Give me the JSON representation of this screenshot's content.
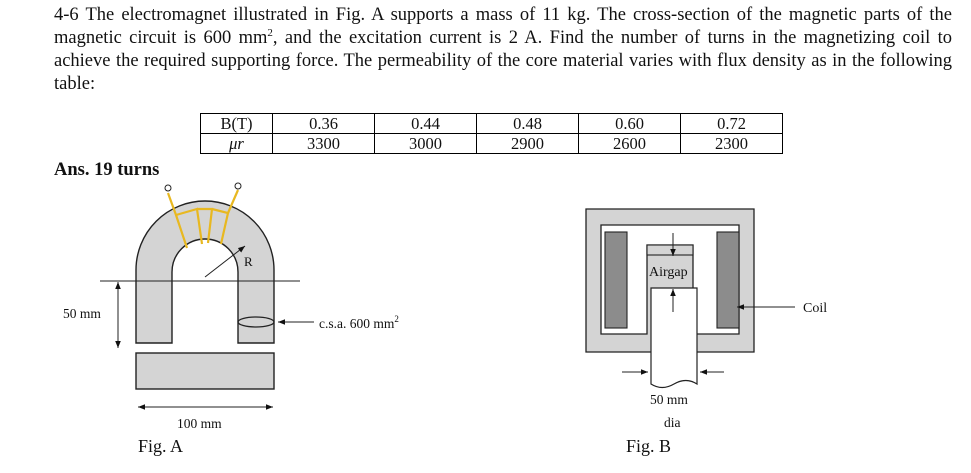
{
  "problem": {
    "number": "4-6",
    "text_1": "The electromagnet illustrated in Fig. A supports a mass of 11 kg. The cross-section of the magnetic parts of the magnetic circuit is 600 mm",
    "sup_1": "2",
    "text_2": ", and the excitation current is 2 A. Find the number of turns in the magnetizing coil to achieve the required supporting force. The permeability of the core material varies with flux density as in the following table:"
  },
  "table": {
    "row1_label": "B(T)",
    "row2_label": "μr",
    "B_values": [
      "0.36",
      "0.44",
      "0.48",
      "0.60",
      "0.72"
    ],
    "mu_values": [
      "3300",
      "3000",
      "2900",
      "2600",
      "2300"
    ]
  },
  "answer": "Ans. 19 turns",
  "fig_a": {
    "caption": "Fig. A",
    "label_R": "R",
    "label_height": "50 mm",
    "label_width": "100 mm",
    "label_csa": "c.s.a. 600 mm",
    "label_csa_sup": "2",
    "colors": {
      "core_fill": "#d4d4d4",
      "wire": "#e8b820",
      "outline": "#222222"
    }
  },
  "fig_b": {
    "caption": "Fig. B",
    "label_airgap": "Airgap",
    "label_coil": "Coil",
    "label_dim": "50 mm",
    "label_dia": "dia",
    "colors": {
      "frame_fill": "#d4d4d4",
      "coil_fill": "#8c8c8c"
    }
  }
}
